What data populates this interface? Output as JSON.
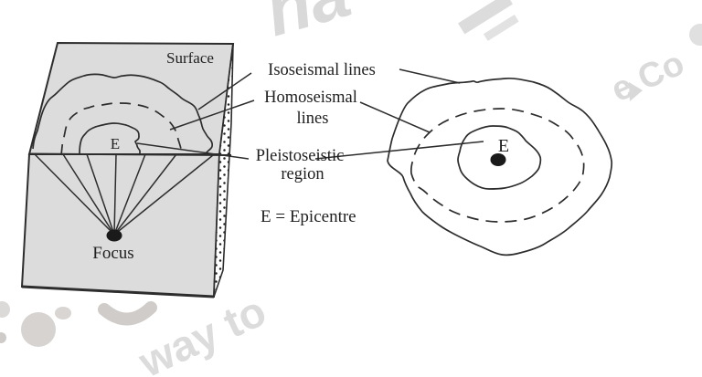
{
  "labels": {
    "surface": "Surface",
    "block_epicentre": "E",
    "focus": "Focus",
    "isoseismal": "Isoseismal lines",
    "homoseismal_line1": "Homoseismal",
    "homoseismal_line2": "lines",
    "pleistoseistic_line1": "Pleistoseistic",
    "pleistoseistic_line2": "region",
    "legend": "E = Epicentre",
    "map_epicentre": "E"
  },
  "watermarks": {
    "top_fragment": "na",
    "top_right_fragment": "e Co",
    "bottom_fragment": "way to"
  },
  "colors": {
    "block_fill": "#dcdcdc",
    "ink": "#2d2d2d",
    "watermark_gray": "#d9d6d3"
  }
}
